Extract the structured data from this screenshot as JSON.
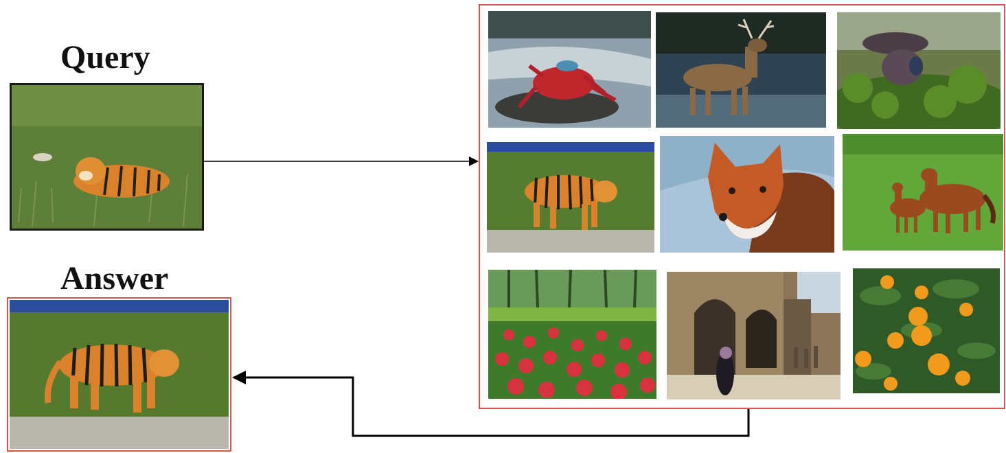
{
  "query": {
    "label": "Query",
    "image": "tiger-lying-in-grass"
  },
  "answer": {
    "label": "Answer",
    "image": "tiger-walking-in-grass"
  },
  "database": {
    "images": [
      "red-crab-on-rocks",
      "deer-in-water",
      "bird-in-shrubs",
      "tiger-walking-in-grass",
      "red-fox-portrait",
      "horses-running-in-field",
      "red-tulip-field",
      "old-stone-street",
      "orange-tree"
    ]
  },
  "colors": {
    "frame": "#d9534f",
    "arrow": "#000000"
  }
}
